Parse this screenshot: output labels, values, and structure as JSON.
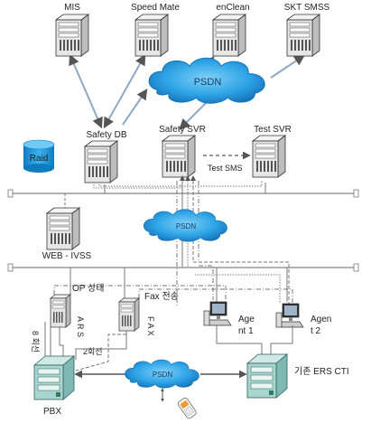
{
  "nodes": {
    "mis": "MIS",
    "speed_mate": "Speed Mate",
    "enclean": "enClean",
    "skt_smss": "SKT SMSS",
    "safety_db": "Safety DB",
    "raid": "Raid",
    "safety_svr": "Safety SVR",
    "test_svr": "Test SVR",
    "test_sms": "Test SMS",
    "web_ivss": "WEB - IVSS",
    "op_status": "OP 상태",
    "fax_send": "Fax 전송",
    "agent1_a": "Age",
    "agent1_b": "nt 1",
    "agent2_a": "Agen",
    "agent2_b": "t 2",
    "ars": "A R S",
    "fax": "F A X",
    "lines8": "8 회선",
    "lines2": "2회선",
    "existing_cti": "기존 ERS CTI",
    "pbx": "PBX"
  },
  "clouds": {
    "psdn_top": "PSDN",
    "psdn_mid": "PSDN",
    "psdn_bottom": "PSDN"
  },
  "colors": {
    "cloud_fill": "#33a9e8",
    "cloud_edge": "#1673b8",
    "server_body": "#e9e9e9",
    "raid_fill": "#1b9be0",
    "bus_line": "#999999"
  }
}
